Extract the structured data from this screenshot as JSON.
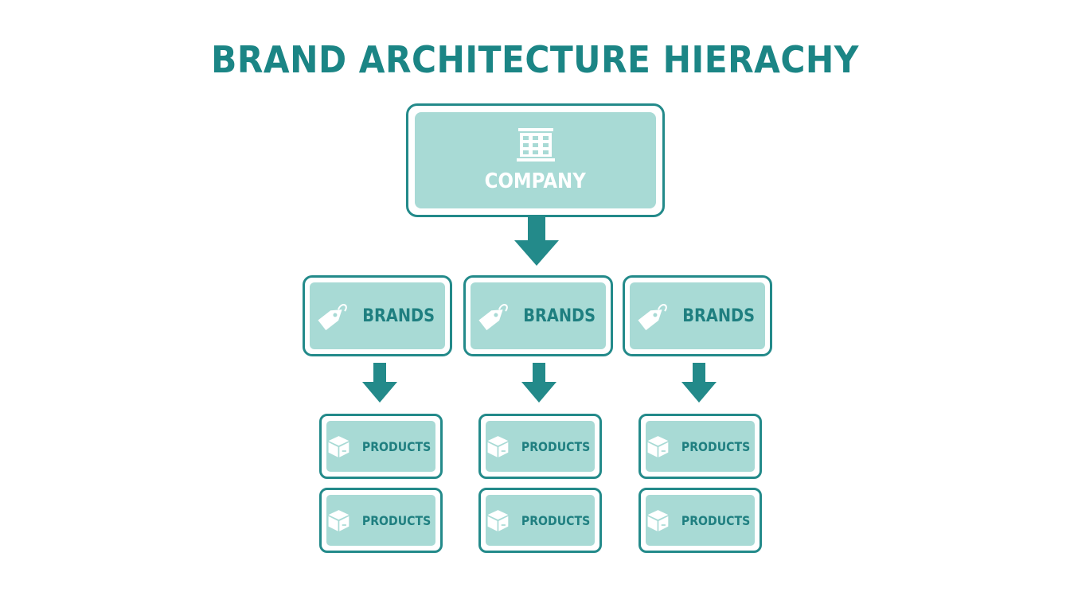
{
  "title": "BRAND ARCHITECTURE HIERACHY",
  "colors": {
    "teal_dark": "#238a8a",
    "teal_text": "#1f7f80",
    "teal_fill": "#a8dad5",
    "white": "#ffffff"
  },
  "company": {
    "label": "COMPANY",
    "icon": "building-icon"
  },
  "brands": [
    {
      "label": "BRANDS",
      "icon": "tag-icon",
      "products": [
        {
          "label": "PRODUCTS",
          "icon": "box-icon"
        },
        {
          "label": "PRODUCTS",
          "icon": "box-icon"
        }
      ]
    },
    {
      "label": "BRANDS",
      "icon": "tag-icon",
      "products": [
        {
          "label": "PRODUCTS",
          "icon": "box-icon"
        },
        {
          "label": "PRODUCTS",
          "icon": "box-icon"
        }
      ]
    },
    {
      "label": "BRANDS",
      "icon": "tag-icon",
      "products": [
        {
          "label": "PRODUCTS",
          "icon": "box-icon"
        },
        {
          "label": "PRODUCTS",
          "icon": "box-icon"
        }
      ]
    }
  ]
}
